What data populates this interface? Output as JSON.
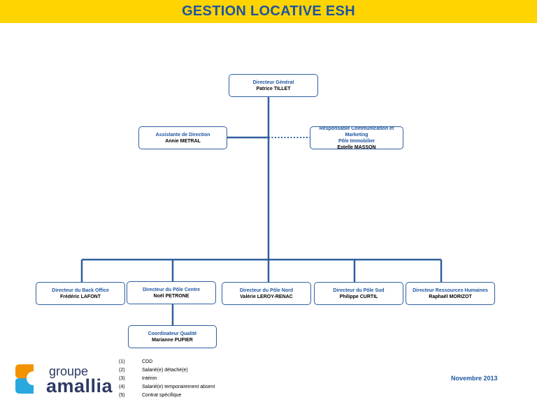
{
  "header": {
    "title": "GESTION LOCATIVE ESH"
  },
  "org": {
    "dg": {
      "role": "Directeur Général",
      "name": "Patrice TILLET"
    },
    "assistant": {
      "role": "Assistante de Direction",
      "name": "Annie METRAL"
    },
    "communication": {
      "role": "Responsable Communication et Marketing",
      "role2": "Pôle Immobilier",
      "name": "Estelle MASSON"
    },
    "back_office": {
      "role": "Directeur du Back Office",
      "name": "Frédéric LAFONT"
    },
    "pole_centre": {
      "role": "Directeur du Pôle Centre",
      "name": "Noël PETRONE"
    },
    "pole_nord": {
      "role": "Directeur du Pôle Nord",
      "name": "Valérie LEROY-RENAC"
    },
    "pole_sud": {
      "role": "Directeur du Pôle Sud",
      "name": "Philippe CURTIL"
    },
    "rh": {
      "role": "Directeur Ressources Humaines",
      "name": "Raphaël MORIZOT"
    },
    "qualite": {
      "role": "Coordinateur Qualité",
      "name": "Marianne PUPIER"
    }
  },
  "legend": [
    {
      "num": "(1)",
      "text": "CDD"
    },
    {
      "num": "(2)",
      "text": "Salarié(e) détaché(e)"
    },
    {
      "num": "(3)",
      "text": "Intérim"
    },
    {
      "num": "(4)",
      "text": "Salarié(e) temporairement absent"
    },
    {
      "num": "(5)",
      "text": "Contrat spécifique"
    }
  ],
  "footer": {
    "date": "Novembre 2013"
  },
  "logo": {
    "line1": "groupe",
    "line2": "amallia"
  },
  "colors": {
    "header_bg": "#ffd400",
    "title_blue": "#1e55a0",
    "line_blue": "#2f5f9e",
    "logo_orange": "#f39200",
    "logo_blue": "#29a8e0"
  }
}
